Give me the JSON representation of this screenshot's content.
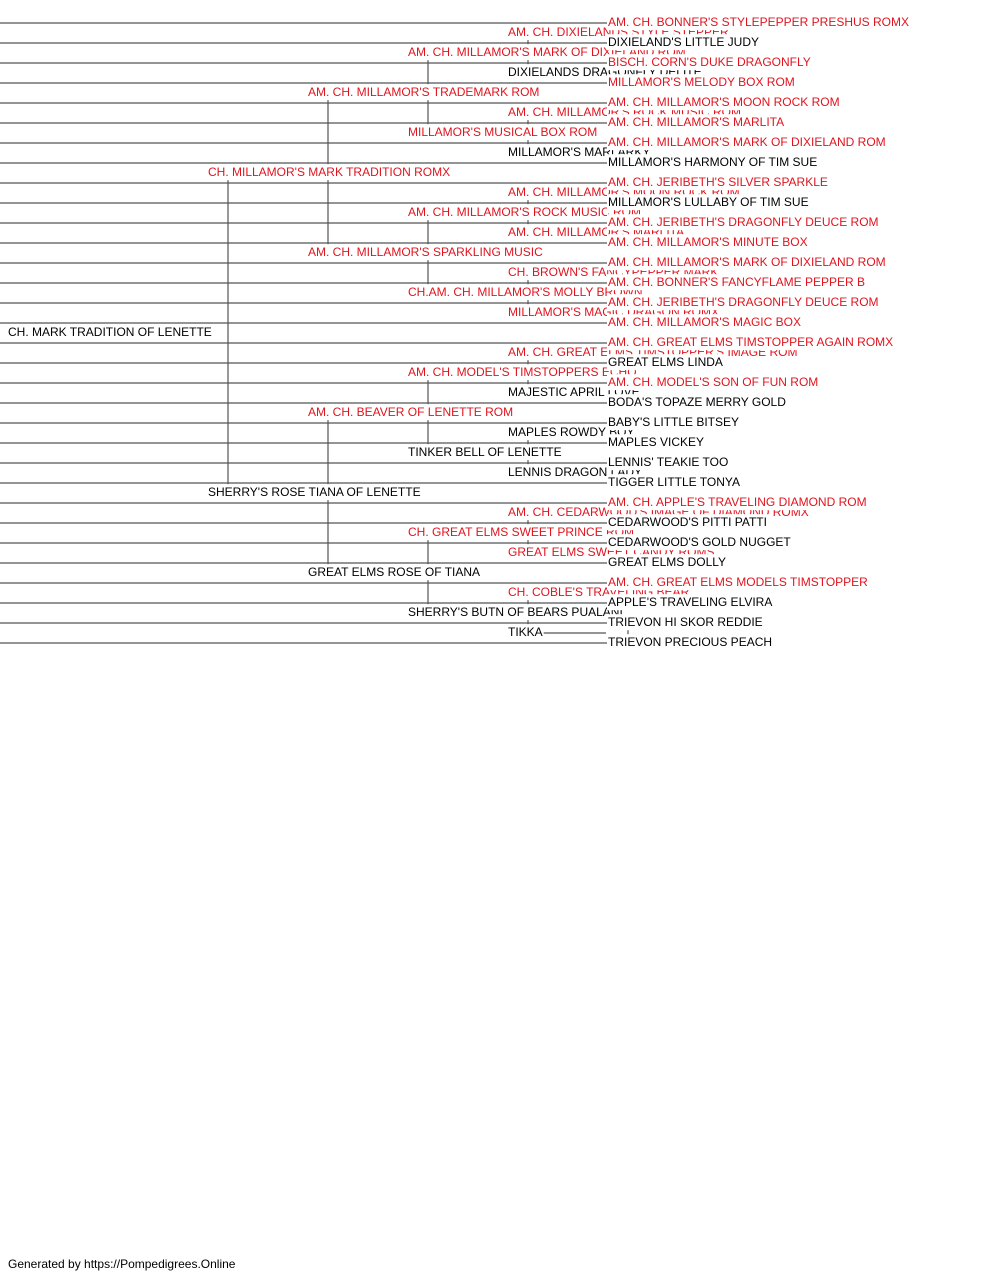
{
  "colors": {
    "champion": "#e0141e",
    "plain": "#000000",
    "line": "#555555"
  },
  "subject": {
    "name": "CH. MARK TRADITION OF LENETTE",
    "champion": false
  },
  "generation1": [
    {
      "name": "CH. MILLAMOR'S MARK TRADITION ROMX",
      "champion": true
    },
    {
      "name": "SHERRY'S ROSE TIANA OF LENETTE",
      "champion": false
    }
  ],
  "generation2": [
    {
      "name": "AM. CH. MILLAMOR'S TRADEMARK ROM",
      "champion": true
    },
    {
      "name": "AM. CH. MILLAMOR'S SPARKLING MUSIC",
      "champion": true
    },
    {
      "name": "AM. CH. BEAVER OF LENETTE ROM",
      "champion": true
    },
    {
      "name": "GREAT ELMS ROSE OF TIANA",
      "champion": false
    }
  ],
  "generation3": [
    {
      "name": "AM. CH. MILLAMOR'S MARK OF DIXIELAND ROM",
      "champion": true
    },
    {
      "name": "MILLAMOR'S MUSICAL BOX ROM",
      "champion": true
    },
    {
      "name": "AM. CH. MILLAMOR'S ROCK MUSIC ROM",
      "champion": true
    },
    {
      "name": "CH.AM. CH. MILLAMOR'S MOLLY BROWN",
      "champion": true
    },
    {
      "name": "AM. CH. MODEL'S TIMSTOPPERS ECHO",
      "champion": true
    },
    {
      "name": "TINKER BELL OF LENETTE",
      "champion": false
    },
    {
      "name": "CH. GREAT ELMS SWEET PRINCE ROM",
      "champion": true
    },
    {
      "name": "SHERRY'S BUTN OF BEARS PUALANI",
      "champion": false
    }
  ],
  "generation4": [
    {
      "name": "AM. CH. DIXIELANDS STYLE STEPPER",
      "champion": true
    },
    {
      "name": "DIXIELANDS DRAGONFLY DELITE",
      "champion": false
    },
    {
      "name": "AM. CH. MILLAMOR'S ROCK MUSIC ROM",
      "champion": true
    },
    {
      "name": "MILLAMOR'S MARLARKY",
      "champion": false
    },
    {
      "name": "AM. CH. MILLAMOR'S MOON ROCK ROM",
      "champion": true
    },
    {
      "name": "AM. CH. MILLAMOR'S MARLITA",
      "champion": true
    },
    {
      "name": "CH. BROWN'S FANCYPEPPER MARK",
      "champion": true
    },
    {
      "name": "MILLAMOR'S MAGIC DRAGON ROMX",
      "champion": true
    },
    {
      "name": "AM. CH. GREAT ELMS TIMSTOPPER'S IMAGE ROM",
      "champion": true
    },
    {
      "name": "MAJESTIC APRIL LOVE",
      "champion": false
    },
    {
      "name": "MAPLES ROWDY BOY",
      "champion": false
    },
    {
      "name": "LENNIS DRAGON LADY",
      "champion": false
    },
    {
      "name": "AM. CH. CEDARWOOD'S IMAGE OF DIAMOND ROMX",
      "champion": true
    },
    {
      "name": "GREAT ELMS SWEET CANDY ROMS",
      "champion": true
    },
    {
      "name": "CH. COBLE'S TRAVELING BEAR",
      "champion": true
    },
    {
      "name": "TIKKA",
      "champion": false
    }
  ],
  "generation5": [
    {
      "name": "AM. CH. BONNER'S STYLEPEPPER PRESHUS ROMX",
      "champion": true
    },
    {
      "name": "DIXIELAND'S LITTLE JUDY",
      "champion": false
    },
    {
      "name": "BISCH. CORN'S DUKE DRAGONFLY",
      "champion": true
    },
    {
      "name": "MILLAMOR'S MELODY BOX ROM",
      "champion": true
    },
    {
      "name": "AM. CH. MILLAMOR'S MOON ROCK ROM",
      "champion": true
    },
    {
      "name": "AM. CH. MILLAMOR'S MARLITA",
      "champion": true
    },
    {
      "name": "AM. CH. MILLAMOR'S MARK OF DIXIELAND ROM",
      "champion": true
    },
    {
      "name": "MILLAMOR'S HARMONY OF TIM SUE",
      "champion": false
    },
    {
      "name": "AM. CH. JERIBETH'S SILVER SPARKLE",
      "champion": true
    },
    {
      "name": "MILLAMOR'S LULLABY OF TIM SUE",
      "champion": false
    },
    {
      "name": "AM. CH. JERIBETH'S DRAGONFLY DEUCE ROM",
      "champion": true
    },
    {
      "name": "AM. CH. MILLAMOR'S MINUTE BOX",
      "champion": true
    },
    {
      "name": "AM. CH. MILLAMOR'S MARK OF DIXIELAND ROM",
      "champion": true
    },
    {
      "name": "AM. CH. BONNER'S FANCYFLAME PEPPER B",
      "champion": true
    },
    {
      "name": "AM. CH. JERIBETH'S DRAGONFLY DEUCE ROM",
      "champion": true
    },
    {
      "name": "AM. CH. MILLAMOR'S MAGIC BOX",
      "champion": true
    },
    {
      "name": "AM. CH. GREAT ELMS TIMSTOPPER AGAIN ROMX",
      "champion": true
    },
    {
      "name": "GREAT ELMS LINDA",
      "champion": false
    },
    {
      "name": "AM. CH. MODEL'S SON OF FUN ROM",
      "champion": true
    },
    {
      "name": "BODA'S TOPAZE MERRY GOLD",
      "champion": false
    },
    {
      "name": "BABY'S LITTLE BITSEY",
      "champion": false
    },
    {
      "name": "MAPLES VICKEY",
      "champion": false
    },
    {
      "name": "LENNIS' TEAKIE TOO",
      "champion": false
    },
    {
      "name": "TIGGER LITTLE TONYA",
      "champion": false
    },
    {
      "name": "AM. CH. APPLE'S TRAVELING DIAMOND ROM",
      "champion": true
    },
    {
      "name": "CEDARWOOD'S PITTI PATTI",
      "champion": false
    },
    {
      "name": "CEDARWOOD'S GOLD NUGGET",
      "champion": false
    },
    {
      "name": "GREAT ELMS DOLLY",
      "champion": false
    },
    {
      "name": "AM. CH. GREAT ELMS MODELS TIMSTOPPER",
      "champion": true
    },
    {
      "name": "APPLE'S TRAVELING ELVIRA",
      "champion": false
    },
    {
      "name": "TRIEVON HI SKOR REDDIE",
      "champion": false
    },
    {
      "name": "TRIEVON PRECIOUS PEACH",
      "champion": false
    }
  ],
  "footer": "Generated by https://Pompedigrees.Online"
}
